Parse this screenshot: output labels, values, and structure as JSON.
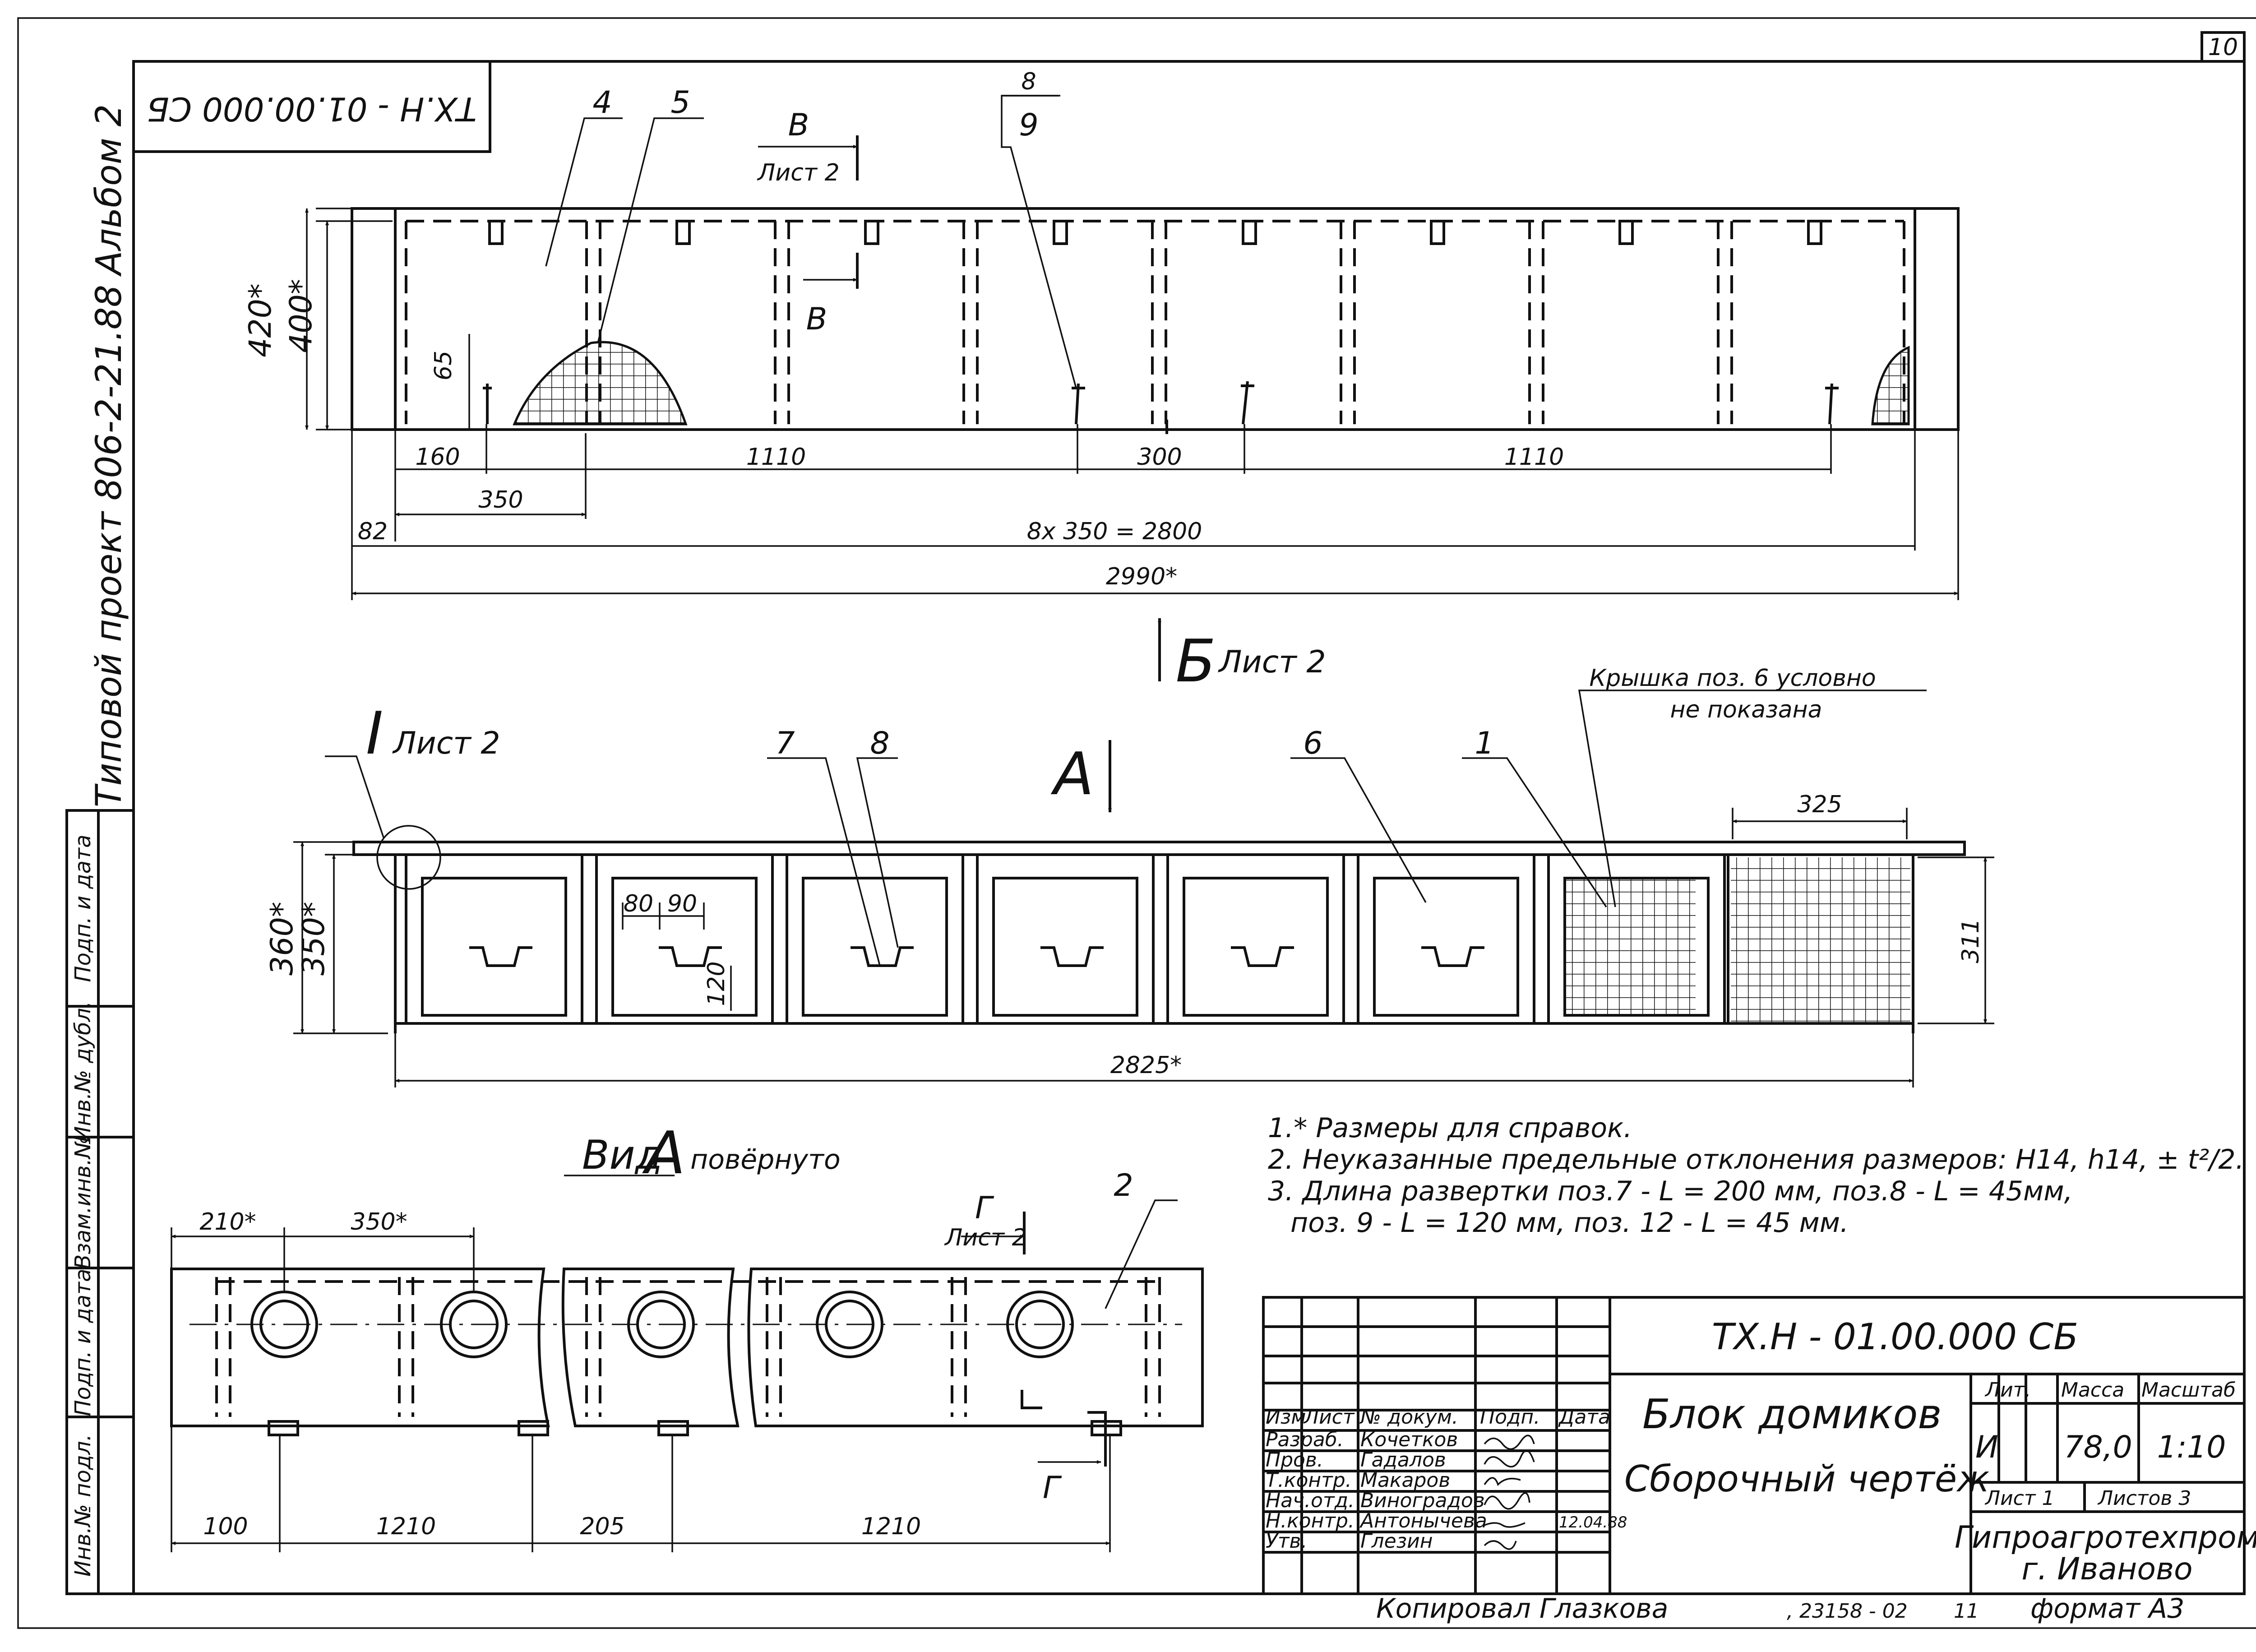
{
  "sheet": {
    "sheet_number": "10",
    "code_upside_down": "ТХ.Н - 01.00.000 СБ",
    "album": "Альбом 2",
    "project": "Типовой проект 806-2-21.88",
    "side_stamp": [
      "Инв.№ подл.",
      "Подп. и дата",
      "Взам.инв.№",
      "Инв.№ дубл.",
      "Подп. и дата"
    ]
  },
  "top_view": {
    "leader_4": "4",
    "leader_5": "5",
    "leader_8": "8",
    "leader_9": "9",
    "section_v_top": "В",
    "section_v_sheet": "Лист 2",
    "section_v_mid": "В",
    "dims": {
      "h420": "420*",
      "h400": "400*",
      "d65": "65",
      "d160": "160",
      "d1110a": "1110",
      "d300": "300",
      "d1110b": "1110",
      "d350": "350",
      "d82": "82",
      "d2800": "8x 350 = 2800",
      "d2990": "2990*"
    },
    "view_b_letter": "Б",
    "view_b_sheet": "Лист 2"
  },
  "front_view": {
    "detail_i": "I",
    "detail_i_sheet": "Лист 2",
    "view_a_letter": "А",
    "leader_7": "7",
    "leader_8": "8",
    "leader_6": "6",
    "leader_1": "1",
    "lid_note_1": "Крышка поз. 6 условно",
    "lid_note_2": "не показана",
    "dims": {
      "d325": "325",
      "h360": "360*",
      "h350": "350*",
      "d80": "80",
      "d90": "90",
      "d120": "120",
      "d311": "311",
      "d2825": "2825*"
    }
  },
  "bottom_view": {
    "title_word": "Вид",
    "title_letter": "А",
    "title_rot": "повёрнуто",
    "leader_2": "2",
    "section_g": "Г",
    "section_g_sheet": "Лист 2",
    "section_g_low": "Г",
    "dims": {
      "d210": "210*",
      "d350": "350*",
      "d100": "100",
      "d1210a": "1210",
      "d205": "205",
      "d1210b": "1210"
    }
  },
  "notes": [
    "1.* Размеры для справок.",
    "2. Неуказанные предельные отклонения размеров: Н14, h14, ± t²/2.",
    "3. Длина развертки поз.7 - L = 200 мм, поз.8 - L = 45мм,",
    "поз. 9 - L = 120 мм,    поз. 12 - L = 45 мм."
  ],
  "title_block": {
    "doc_code": "ТХ.Н - 01.00.000 СБ",
    "name_1": "Блок домиков",
    "name_2": "Сборочный чертёж",
    "lit_header": "Лит.",
    "mass_header": "Масса",
    "scale_header": "Масштаб",
    "lit_value": "И",
    "mass_value": "78,0",
    "scale_value": "1:10",
    "sheet_label": "Лист 1",
    "sheets_label": "Листов 3",
    "org_1": "Гипроагротехпром",
    "org_2": "г. Иваново",
    "col_headers": [
      "Изм",
      "Лист",
      "№ докум.",
      "Подп.",
      "Дата"
    ],
    "roles": [
      {
        "role": "Разраб.",
        "name": "Кочетков"
      },
      {
        "role": "Пров.",
        "name": "Гадалов"
      },
      {
        "role": "Т.контр.",
        "name": "Макаров"
      },
      {
        "role": "Нач.отд.",
        "name": "Виноградов"
      },
      {
        "role": "Н.контр.",
        "name": "Антонычева",
        "date": "12.04.88"
      },
      {
        "role": "Утв.",
        "name": "Глезин"
      }
    ],
    "copied": "Копировал  Глазкова",
    "order": ", 23158 - 02",
    "page": "11",
    "format": "формат А3"
  }
}
